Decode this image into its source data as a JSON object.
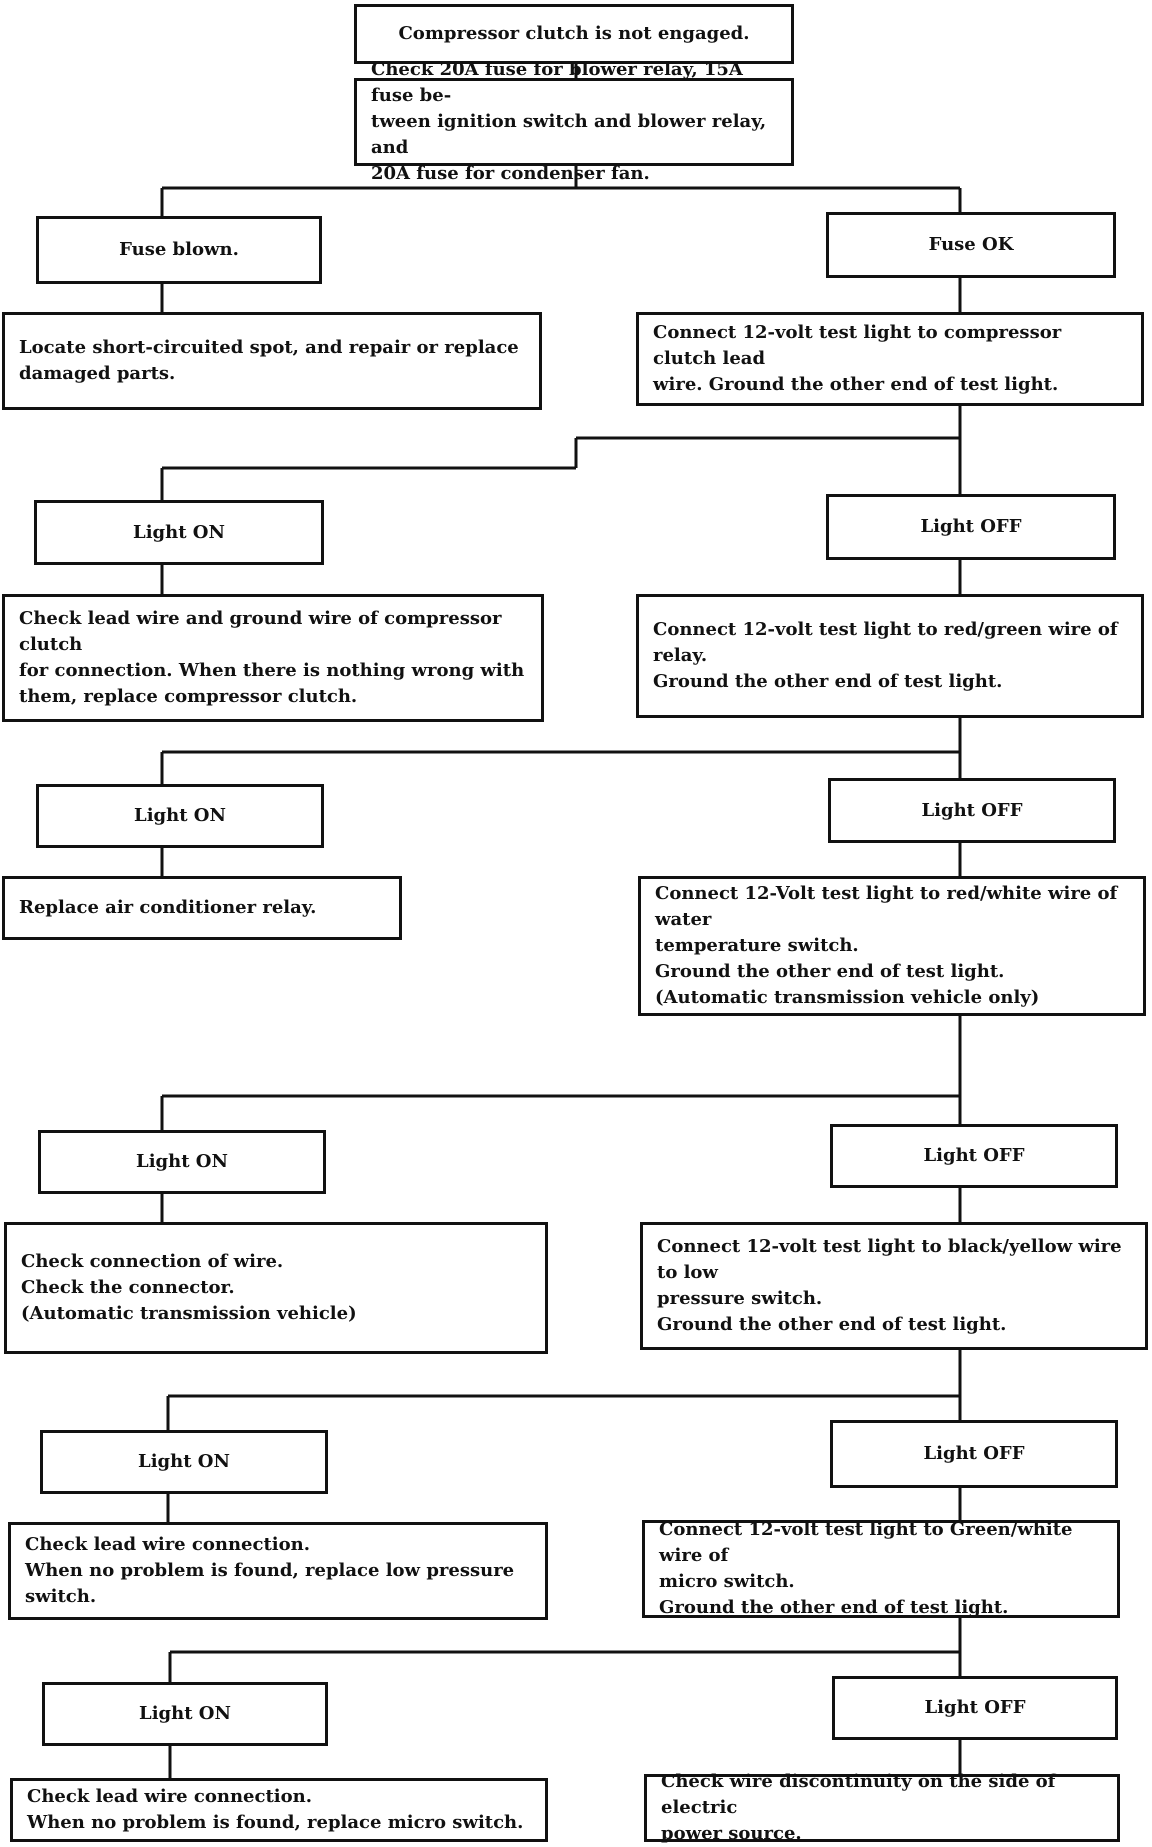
{
  "flowchart": {
    "start": "Compressor clutch is not engaged.",
    "check_fuses": "Check 20A fuse for blower relay, 15A fuse be-\ntween ignition switch and blower relay, and\n20A fuse for condenser fan.",
    "fuse_blown": "Fuse blown.",
    "fuse_ok": "Fuse OK",
    "repair_short": "Locate short-circuited spot, and repair or replace\ndamaged parts.",
    "step1_test": "Connect 12-volt test light to compressor clutch lead\nwire. Ground the other end of test light.",
    "step1_on": "Light ON",
    "step1_off": "Light OFF",
    "step1_on_action": "Check lead wire and ground wire of compressor clutch\nfor connection.  When there is nothing wrong with\nthem, replace compressor clutch.",
    "step2_test": "Connect 12-volt test light to red/green wire of relay.\nGround the other end of test light.",
    "step2_on": "Light ON",
    "step2_off": "Light OFF",
    "step2_on_action": "Replace air conditioner relay.",
    "step3_test": "Connect 12-Volt test light to red/white wire of water\ntemperature switch.\nGround the other end of test light.\n(Automatic transmission vehicle only)",
    "step3_on": "Light ON",
    "step3_off": "Light OFF",
    "step3_on_action": "Check connection of wire.\nCheck the connector.\n(Automatic transmission vehicle)",
    "step4_test": "Connect 12-volt test light to black/yellow wire to low\npressure switch.\nGround the other end of test light.",
    "step4_on": "Light ON",
    "step4_off": "Light OFF",
    "step4_on_action": "Check lead wire connection.\nWhen no problem is found, replace low pressure\nswitch.",
    "step5_test": "Connect 12-volt test light to Green/white wire of\nmicro switch.\nGround the other end of test light.",
    "step5_on": "Light ON",
    "step5_off": "Light OFF",
    "step5_on_action": "Check lead wire connection.\nWhen no problem is found, replace micro switch.",
    "step5_off_action": "Check wire discontinuity on the side of electric\npower source."
  }
}
